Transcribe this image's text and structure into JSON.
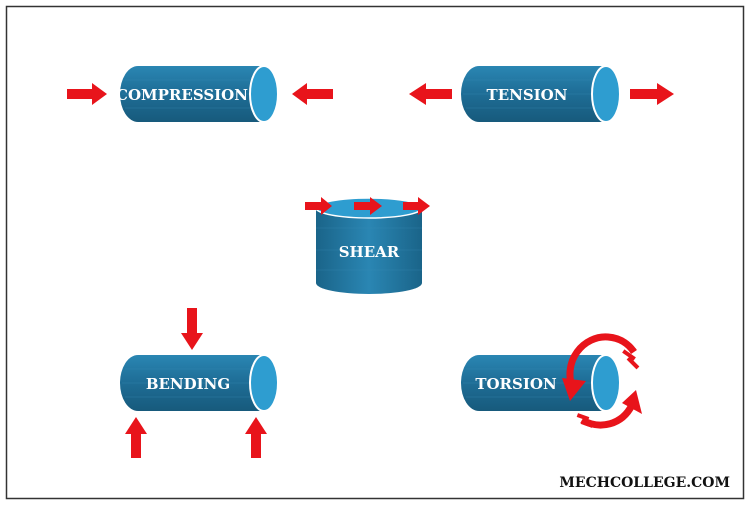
{
  "labels": {
    "compression": "COMPRESSION",
    "tension": "TENSION",
    "shear": "SHEAR",
    "bending": "BENDING",
    "torsion": "TORSION"
  },
  "watermark": "MECHCOLLEGE.COM",
  "colors": {
    "cylinder_body": "#1f6f98",
    "cylinder_end": "#2e9dd0",
    "arrow": "#e8141b",
    "frame": "#333333",
    "text": "#ffffff"
  }
}
